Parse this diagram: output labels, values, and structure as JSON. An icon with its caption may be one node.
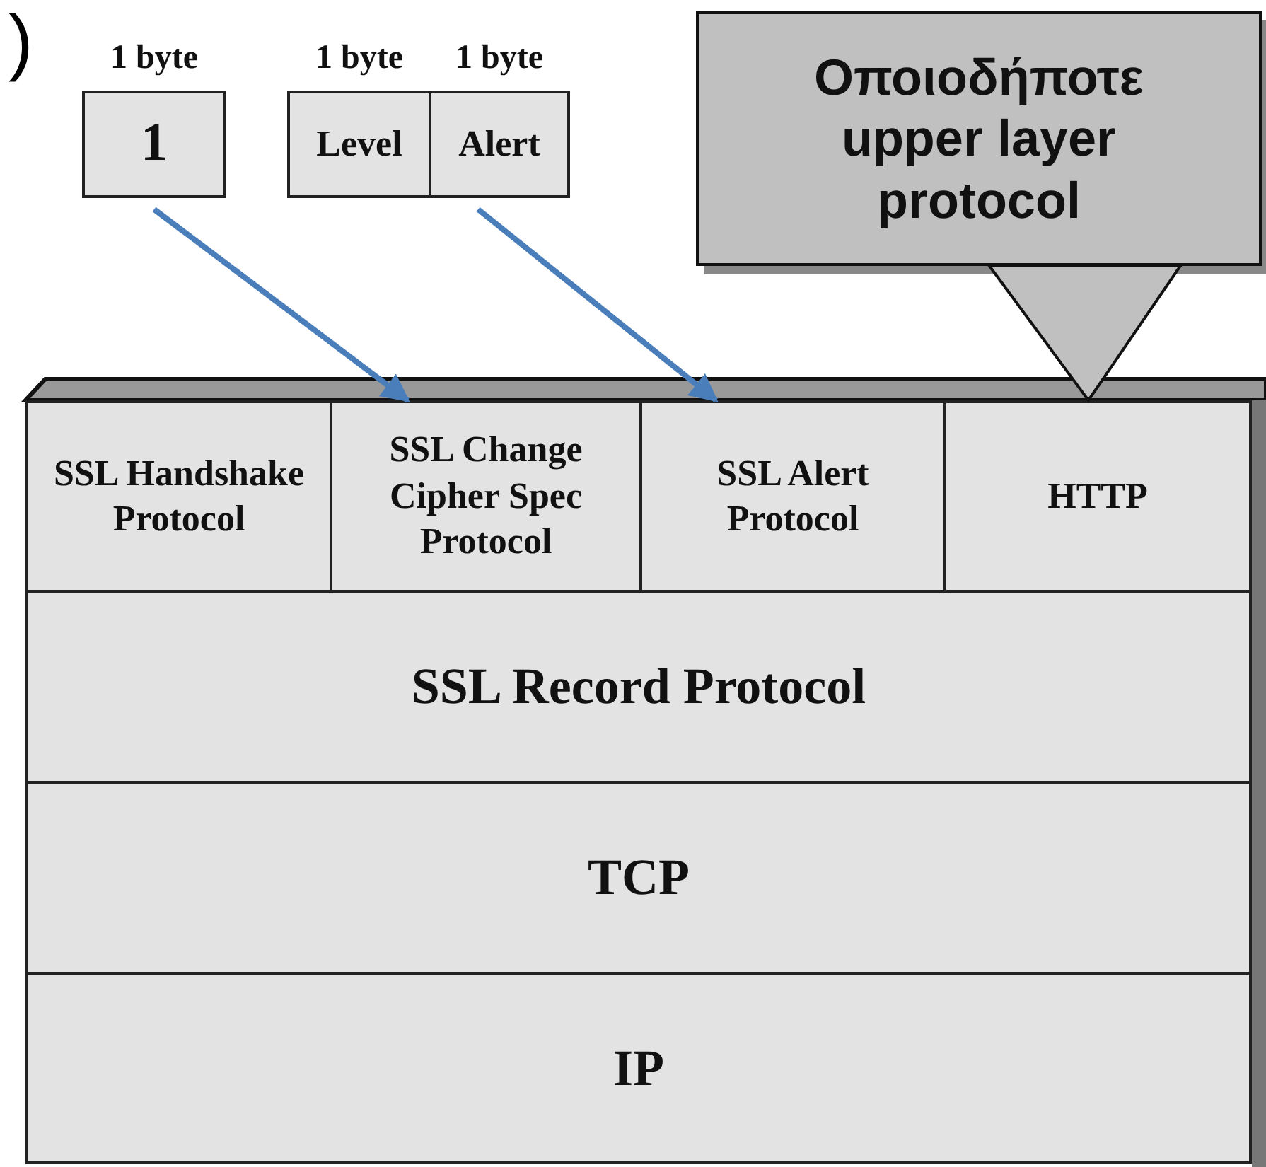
{
  "diagram": {
    "nodes": [
      {
        "text": [
          "1"
        ],
        "beside": [
          "1 byte"
        ]
      },
      {
        "text": [
          "Level"
        ],
        "beside": [
          "1 byte"
        ]
      },
      {
        "text": [
          "Alert"
        ],
        "beside": [
          "1 byte"
        ]
      },
      {
        "text": [
          "Οποιοδήποτε upper layer protocol"
        ]
      },
      {
        "text": [
          "SSL Handshake Protocol"
        ]
      },
      {
        "text": [
          "SSL Change Cipher Spec Protocol"
        ]
      },
      {
        "text": [
          "SSL Alert Protocol"
        ]
      },
      {
        "text": [
          "HTTP"
        ]
      },
      {
        "text": [
          "SSL Record Protocol"
        ]
      },
      {
        "text": [
          "TCP"
        ]
      },
      {
        "text": [
          "IP"
        ]
      }
    ],
    "edges": [
      {
        "from": 0,
        "to": 5,
        "arrow": "to"
      },
      {
        "from": 2,
        "to": 6,
        "arrow": "to"
      },
      {
        "from": 3,
        "to": 7,
        "arrow": "to"
      }
    ],
    "labels": [
      ")"
    ]
  }
}
